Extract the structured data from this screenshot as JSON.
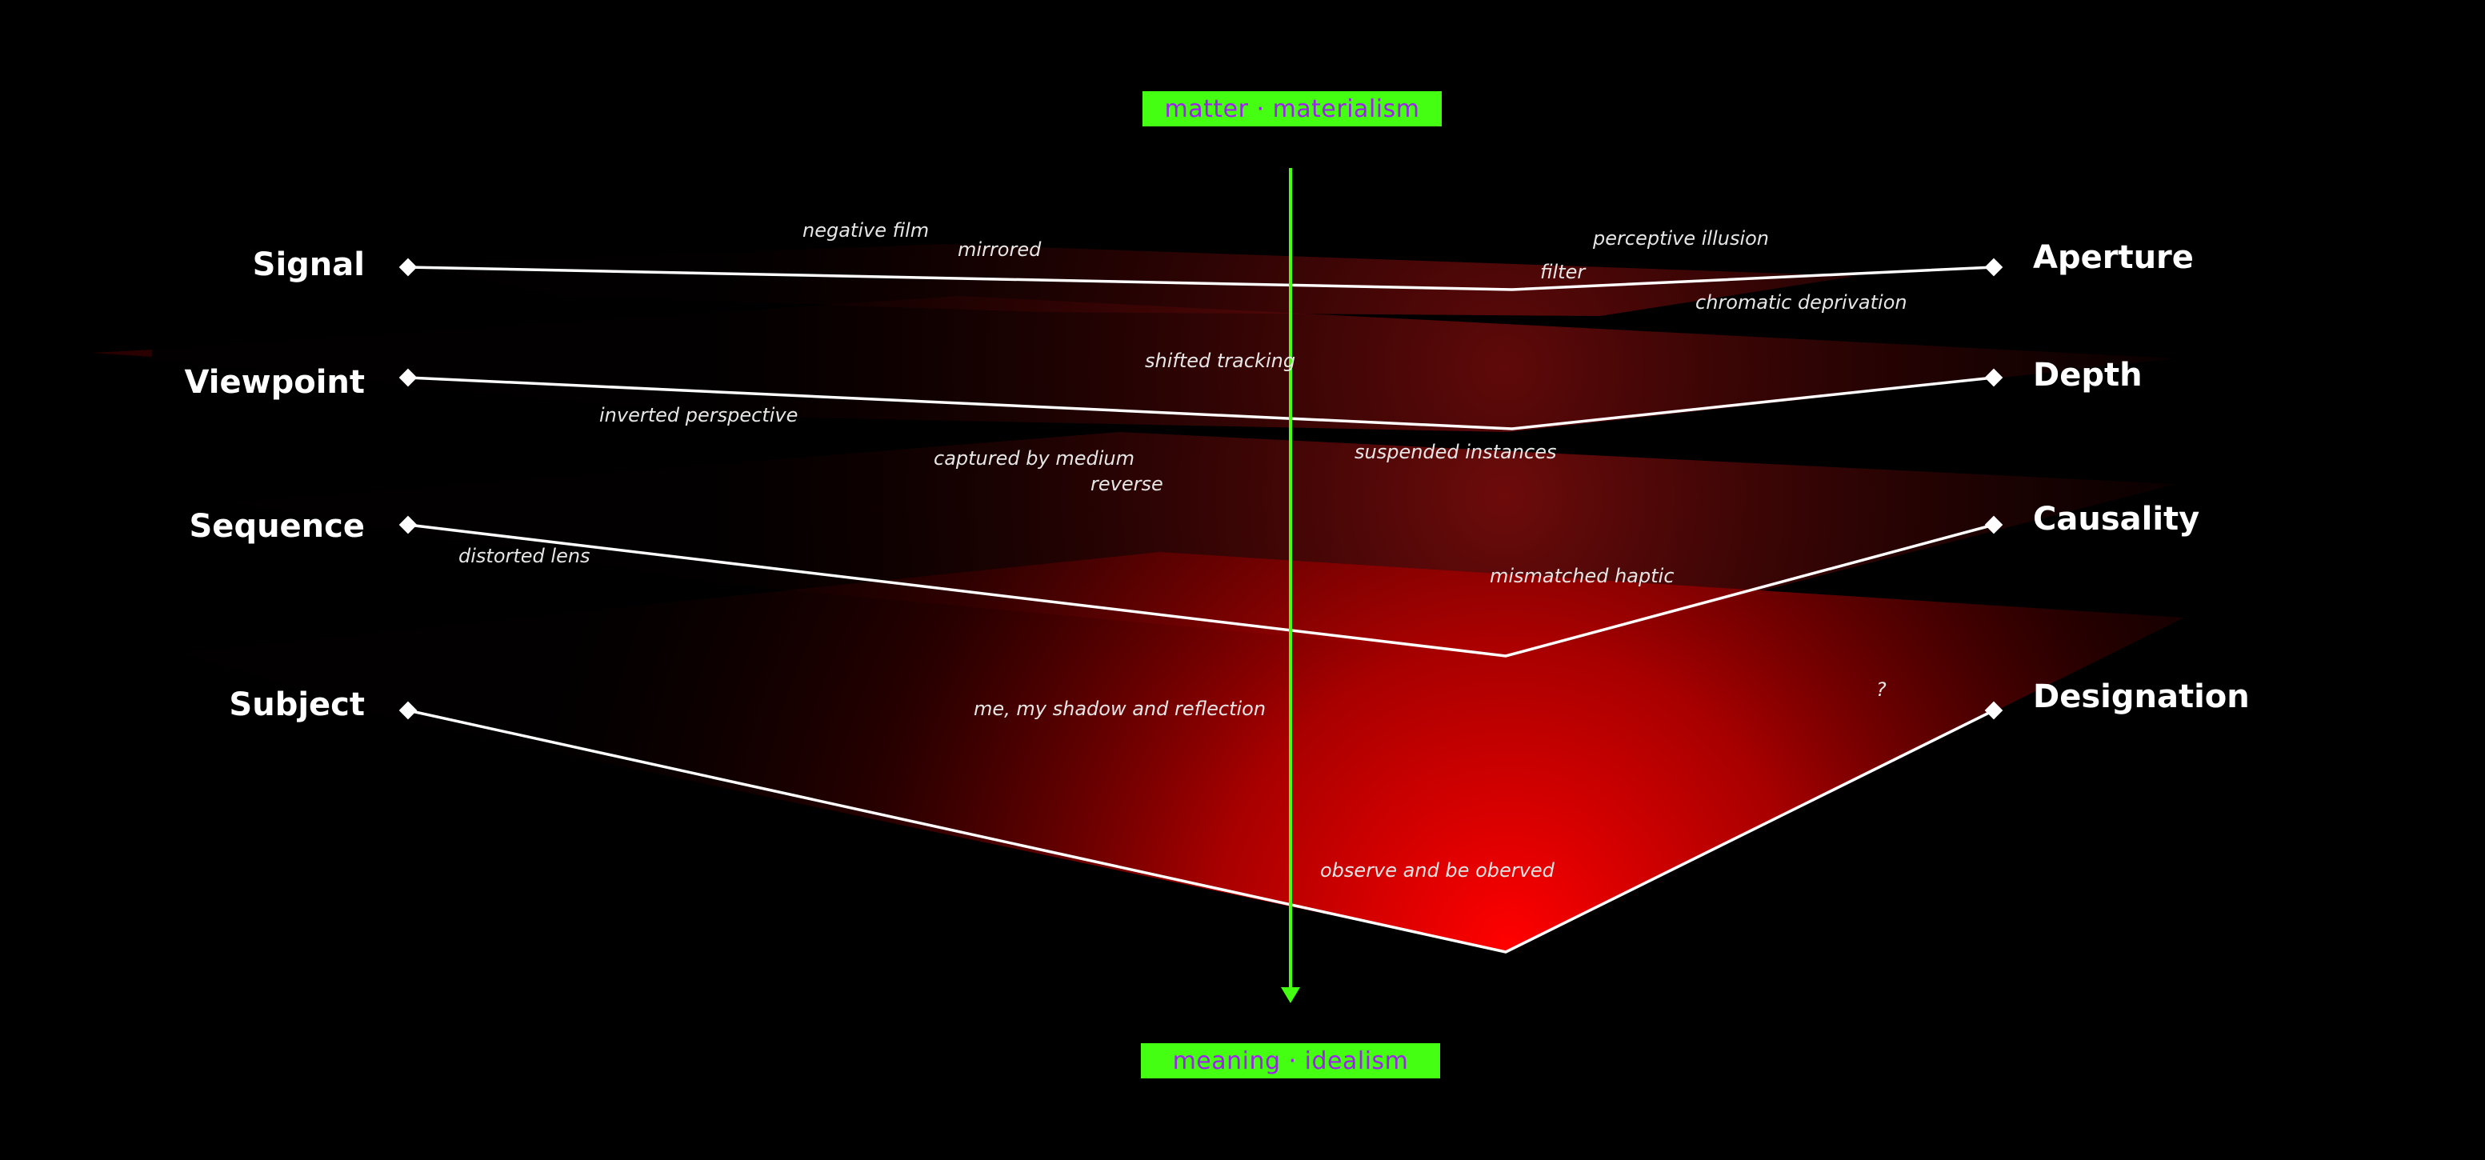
{
  "axis": {
    "top_label": "matter · materialism",
    "bottom_label": "meaning · idealism"
  },
  "layers": [
    {
      "left": "Signal",
      "right": "Aperture"
    },
    {
      "left": "Viewpoint",
      "right": "Depth"
    },
    {
      "left": "Sequence",
      "right": "Causality"
    },
    {
      "left": "Subject",
      "right": "Designation"
    }
  ],
  "annotations": {
    "negative_film": "negative film",
    "mirrored": "mirrored",
    "perceptive_illusion": "perceptive illusion",
    "filter": "filter",
    "chromatic_deprivation": "chromatic deprivation",
    "shifted_tracking": "shifted tracking",
    "inverted_perspective": "inverted perspective",
    "captured_by_medium": "captured by medium",
    "suspended_instances": "suspended instances",
    "reverse": "reverse",
    "distorted_lens": "distorted lens",
    "mismatched_haptic": "mismatched haptic",
    "me_shadow_reflection": "me, my shadow and reflection",
    "question": "?",
    "observe_observed": "observe and be oberved"
  },
  "colors": {
    "background": "#000000",
    "axis": "#44ff11",
    "box_text": "#a020f0",
    "plane": "#e00000",
    "line": "#ffffff"
  }
}
